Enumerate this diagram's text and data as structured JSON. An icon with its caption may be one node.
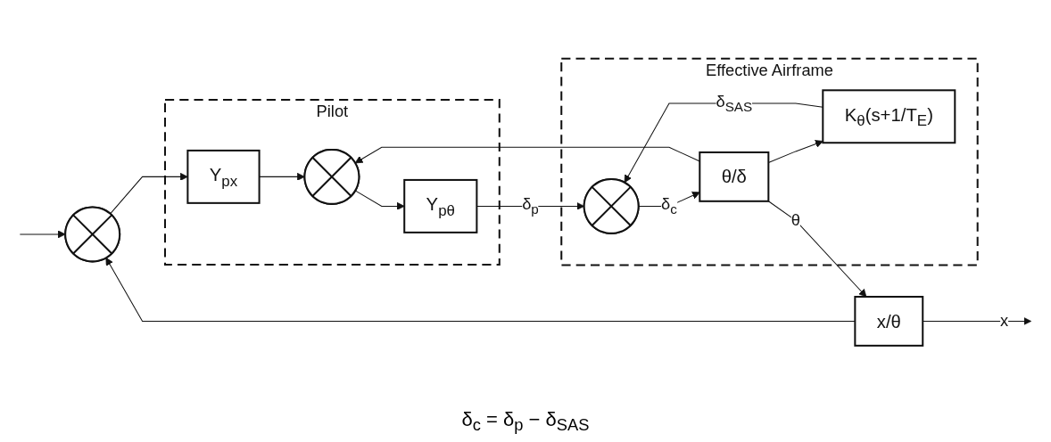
{
  "diagram": {
    "nodes": [
      {
        "text": [
          "Pilot"
        ]
      },
      {
        "text": [
          "Effective Airframe"
        ]
      },
      {
        "text": [],
        "shape": "circle"
      },
      {
        "text": [
          "Y$_{p}$$_{x}$"
        ],
        "in": 0
      },
      {
        "text": [],
        "shape": "circle",
        "in": 0
      },
      {
        "text": [
          "Y$_{p}$$_{θ}$"
        ],
        "in": 0
      },
      {
        "text": [],
        "shape": "circle",
        "in": 1
      },
      {
        "text": [
          "θ/δ"
        ],
        "in": 1
      },
      {
        "text": [
          "K$_{θ}$(s+1/T$_{E}$)"
        ],
        "in": 1
      },
      {
        "text": [
          "x/θ"
        ]
      }
    ],
    "edges": [
      {
        "from": null,
        "to": 2,
        "arrow": "to"
      },
      {
        "from": 2,
        "to": 3,
        "arrow": "to"
      },
      {
        "from": 3,
        "to": 4,
        "arrow": "to"
      },
      {
        "from": 4,
        "to": 5,
        "arrow": "to"
      },
      {
        "from": 5,
        "to": 6,
        "arrow": "to",
        "label": "δ$_{p}$"
      },
      {
        "from": 6,
        "to": 7,
        "arrow": "to",
        "label": "δ$_{c}$"
      },
      {
        "from": 7,
        "to": 9,
        "arrow": "to",
        "label": "θ"
      },
      {
        "from": 7,
        "to": 8,
        "arrow": "to"
      },
      {
        "from": 8,
        "to": 6,
        "arrow": "to",
        "label": "δ$_{SAS}$"
      },
      {
        "from": 7,
        "to": 4,
        "arrow": "to"
      },
      {
        "from": 9,
        "to": null,
        "arrow": "to",
        "label": "x"
      },
      {
        "from": 9,
        "to": 2,
        "arrow": "to"
      }
    ],
    "labels": [
      "δ$_{c}$ = δ$_{p}$ − δ$_{SAS}$"
    ]
  }
}
